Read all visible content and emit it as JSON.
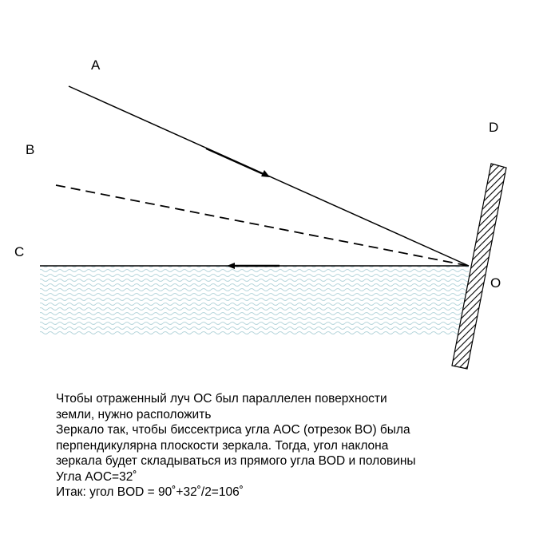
{
  "labels": {
    "A": "A",
    "B": "B",
    "C": "C",
    "D": "D",
    "O": "O"
  },
  "caption": {
    "lines": [
      "Чтобы отраженный луч OC был параллелен поверхности",
      "земли, нужно расположить",
      "Зеркало так, чтобы биссектриса угла AOC (отрезок BO) была",
      "перпендикулярна плоскости зеркала. Тогда, угол наклона",
      "зеркала будет складываться из прямого угла BOD и половины",
      "Угла AOC=32˚",
      "Итак: угол BOD = 90˚+32˚/2=106˚"
    ]
  },
  "colors": {
    "line": "#000000",
    "water": "#b7d6dc",
    "background": "#ffffff"
  }
}
